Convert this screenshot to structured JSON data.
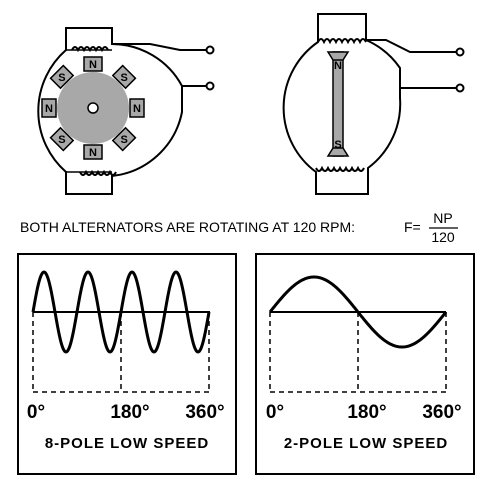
{
  "alternator_8pole": {
    "rotor_poles": [
      "N",
      "S",
      "N",
      "S",
      "N",
      "S",
      "N",
      "S"
    ]
  },
  "alternator_2pole": {
    "rotor_poles": [
      "N",
      "S"
    ]
  },
  "caption": {
    "text": "BOTH ALTERNATORS ARE ROTATING AT 120 RPM:",
    "formula_lhs": "F=",
    "numerator": "NP",
    "denominator": "120"
  },
  "panels": [
    {
      "title": "8-POLE LOW SPEED",
      "cycles_per_rotation": 4,
      "tick_labels": [
        "0°",
        "180°",
        "360°"
      ]
    },
    {
      "title": "2-POLE LOW SPEED",
      "cycles_per_rotation": 1,
      "tick_labels": [
        "0°",
        "180°",
        "360°"
      ]
    }
  ],
  "colors": {
    "line": "#000000",
    "rotor_fill": "#a8a8a8",
    "background": "#ffffff"
  }
}
